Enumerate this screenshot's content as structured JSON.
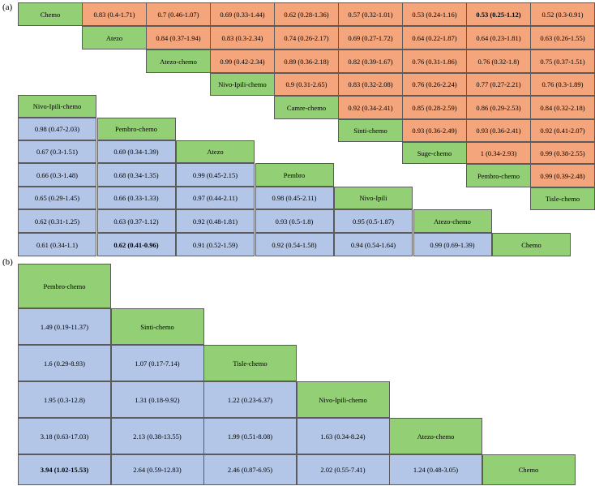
{
  "panel_a": {
    "label": "(a)",
    "upper_rows": [
      [
        "0.83 (0.4-1.71)",
        "0.7 (0.46-1.07)",
        "0.69 (0.33-1.44)",
        "0.62 (0.28-1.36)",
        "0.57 (0.32-1.01)",
        "0.53 (0.24-1.16)",
        "0.53 (0.25-1.12)",
        "0.52 (0.3-0.91)"
      ],
      [
        "0.84 (0.37-1.94)",
        "0.83 (0.3-2.34)",
        "0.74 (0.26-2.17)",
        "0.69 (0.27-1.72)",
        "0.64 (0.22-1.87)",
        "0.64 (0.23-1.81)",
        "0.63 (0.26-1.55)"
      ],
      [
        "0.99 (0.42-2.34)",
        "0.89 (0.36-2.18)",
        "0.82 (0.39-1.67)",
        "0.76 (0.31-1.86)",
        "0.76 (0.32-1.8)",
        "0.75 (0.37-1.51)"
      ],
      [
        "0.9 (0.31-2.65)",
        "0.83 (0.32-2.08)",
        "0.76 (0.26-2.24)",
        "0.77 (0.27-2.21)",
        "0.76 (0.3-1.89)"
      ],
      [
        "0.92 (0.34-2.41)",
        "0.85 (0.28-2.59)",
        "0.86 (0.29-2.53)",
        "0.84 (0.32-2.18)"
      ],
      [
        "0.93 (0.36-2.49)",
        "0.93 (0.36-2.41)",
        "0.92 (0.41-2.07)"
      ],
      [
        "1 (0.34-2.93)",
        "0.99 (0.38-2.55)"
      ],
      [
        "0.99 (0.39-2.48)"
      ]
    ],
    "upper_bold": [
      [
        0,
        7
      ]
    ],
    "upper_diagonal": [
      "Chemo",
      "Atezo",
      "Atezo-chemo",
      "Nivo-Ipili-chemo",
      "Camre-chemo",
      "Sinti-chemo",
      "Suge-chemo",
      "Pembro-chemo",
      "Tisle-chemo"
    ],
    "lower_diagonal": [
      "Nivo-Ipili-chemo",
      "Pembro-chemo",
      "Atezo",
      "Pembro",
      "Nivo-Ipili",
      "Atezo-chemo",
      "Chemo"
    ],
    "lower_rows": [
      [
        "0.98 (0.47-2.03)"
      ],
      [
        "0.67 (0.3-1.51)",
        "0.69 (0.34-1.39)"
      ],
      [
        "0.66 (0.3-1.48)",
        "0.68 (0.34-1.35)",
        "0.99 (0.45-2.15)"
      ],
      [
        "0.65 (0.29-1.45)",
        "0.66 (0.33-1.33)",
        "0.97 (0.44-2.11)",
        "0.98 (0.45-2.11)"
      ],
      [
        "0.62 (0.31-1.25)",
        "0.63 (0.37-1.12)",
        "0.92 (0.48-1.81)",
        "0.93 (0.5-1.8)",
        "0.95 (0.5-1.87)"
      ],
      [
        "0.61 (0.34-1.1)",
        "0.62 (0.41-0.96)",
        "0.91 (0.52-1.59)",
        "0.92 (0.54-1.58)",
        "0.94 (0.54-1.64)",
        "0.99 (0.69-1.39)"
      ]
    ],
    "lower_bold": [
      [
        5,
        1
      ]
    ]
  },
  "panel_b": {
    "label": "(b)",
    "diagonal": [
      "Pembro-chemo",
      "Sinti-chemo",
      "Tisle-chemo",
      "Nivo-Ipili-chemo",
      "Atezo-chemo",
      "Chemo"
    ],
    "rows": [
      [
        "1.49 (0.19-11.37)"
      ],
      [
        "1.6 (0.29-8.93)",
        "1.07 (0.17-7.14)"
      ],
      [
        "1.95 (0.3-12.8)",
        "1.31 (0.18-9.92)",
        "1.22 (0.23-6.37)"
      ],
      [
        "3.18 (0.63-17.03)",
        "2.13 (0.38-13.55)",
        "1.99 (0.51-8.08)",
        "1.63 (0.34-8.24)"
      ],
      [
        "3.94 (1.02-15.53)",
        "2.64 (0.59-12.83)",
        "2.46 (0.87-6.95)",
        "2.02 (0.55-7.41)",
        "1.24 (0.48-3.05)"
      ]
    ],
    "bold": [
      [
        4,
        0
      ]
    ]
  }
}
